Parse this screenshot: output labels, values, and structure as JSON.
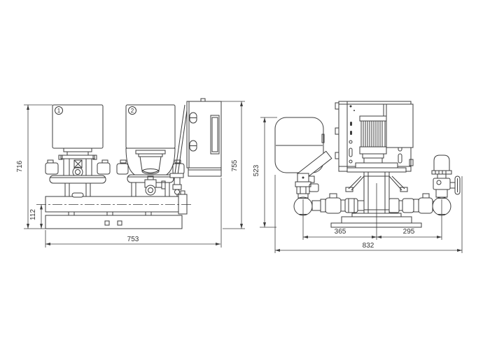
{
  "page": {
    "background": "#ffffff",
    "line_color": "#3c3c3c",
    "description": "Dimensional line drawing of a twin-pump pressure booster set, front and side elevations"
  },
  "left_view": {
    "name": "front-elevation",
    "pump_labels": {
      "pump1": "1",
      "pump2": "2"
    },
    "dimensions": {
      "pump_height": "716",
      "base_to_pipe_center": "112",
      "overall_length": "753",
      "overall_height": "755"
    }
  },
  "right_view": {
    "name": "side-elevation",
    "dimensions": {
      "tank_height": "523",
      "tank_to_pump_center": "365",
      "pump_center_to_outlet": "295",
      "overall_width": "832"
    }
  }
}
